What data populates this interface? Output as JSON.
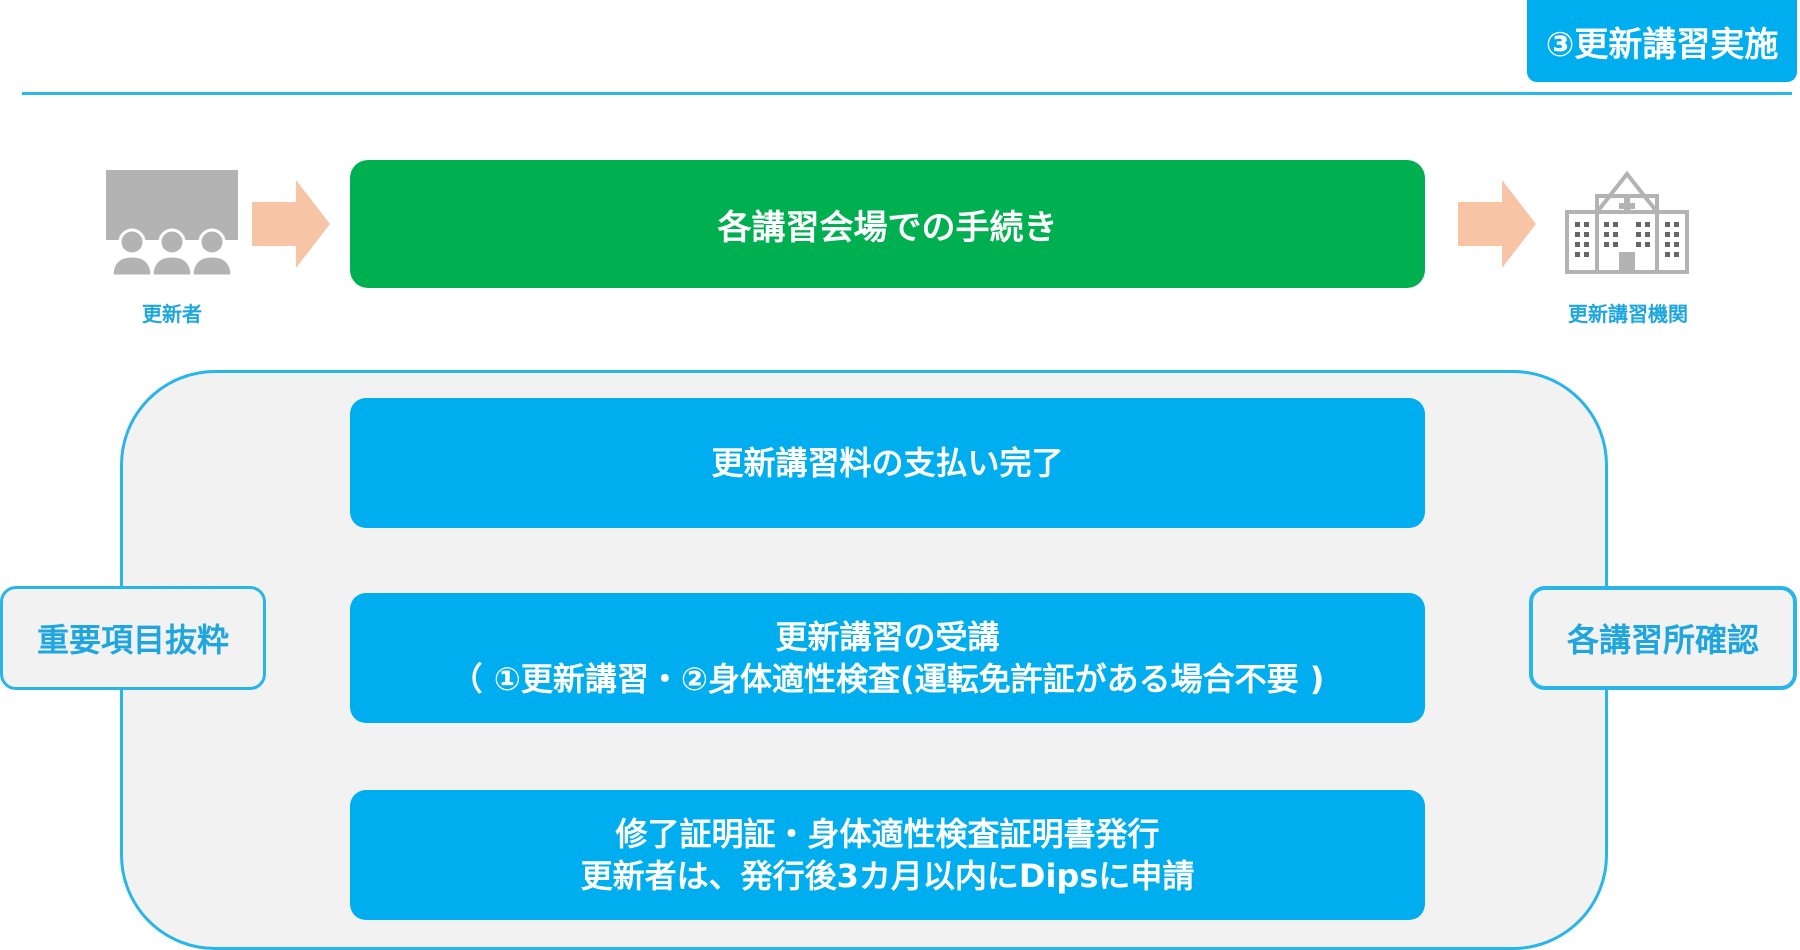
{
  "header": {
    "step_badge": "③更新講習実施"
  },
  "flow": {
    "left_caption": "更新者",
    "left_icon": "audience-icon",
    "main_step": "各講習会場での手続き",
    "right_caption": "更新講習機関",
    "right_icon": "hospital-building-icon",
    "arrow_icon": "right-arrow-icon"
  },
  "panel": {
    "left_label": "重要項目抜粋",
    "right_label": "各講習所確認",
    "items": [
      {
        "line1": "更新講習料の支払い完了"
      },
      {
        "line1": "更新講習の受講",
        "line2": "（ ①更新講習・②身体適性検査(運転免許証がある場合不要 )"
      },
      {
        "line1": "修了証明証・身体適性検査証明書発行",
        "line2": "更新者は、発行後3カ月以内にDipsに申請"
      }
    ]
  },
  "colors": {
    "accent_blue": "#00aeef",
    "green": "#00b050",
    "arrow": "#f8c4a6",
    "panel_bg": "#f2f2f2",
    "icon_gray": "#b3b3b3"
  }
}
